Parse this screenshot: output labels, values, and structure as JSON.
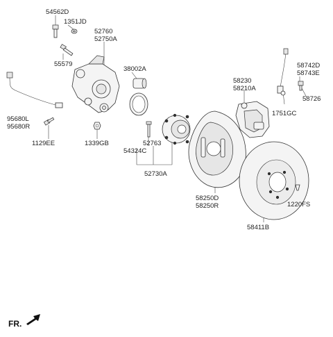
{
  "labels": {
    "p54562D": "54562D",
    "p1351JD": "1351JD",
    "p52760": "52760",
    "p52750A": "52750A",
    "p55579": "55579",
    "p38002A": "38002A",
    "p95680L": "95680L",
    "p95680R": "95680R",
    "p1129EE": "1129EE",
    "p1339GB": "1339GB",
    "p52763": "52763",
    "p54324C": "54324C",
    "p52730A": "52730A",
    "p58230": "58230",
    "p58210A": "58210A",
    "p58742D": "58742D",
    "p58743E": "58743E",
    "p58726": "58726",
    "p1751GC": "1751GC",
    "p58250D": "58250D",
    "p58250R": "58250R",
    "p1220FS": "1220FS",
    "p58411B": "58411B"
  },
  "direction": {
    "label": "FR."
  }
}
